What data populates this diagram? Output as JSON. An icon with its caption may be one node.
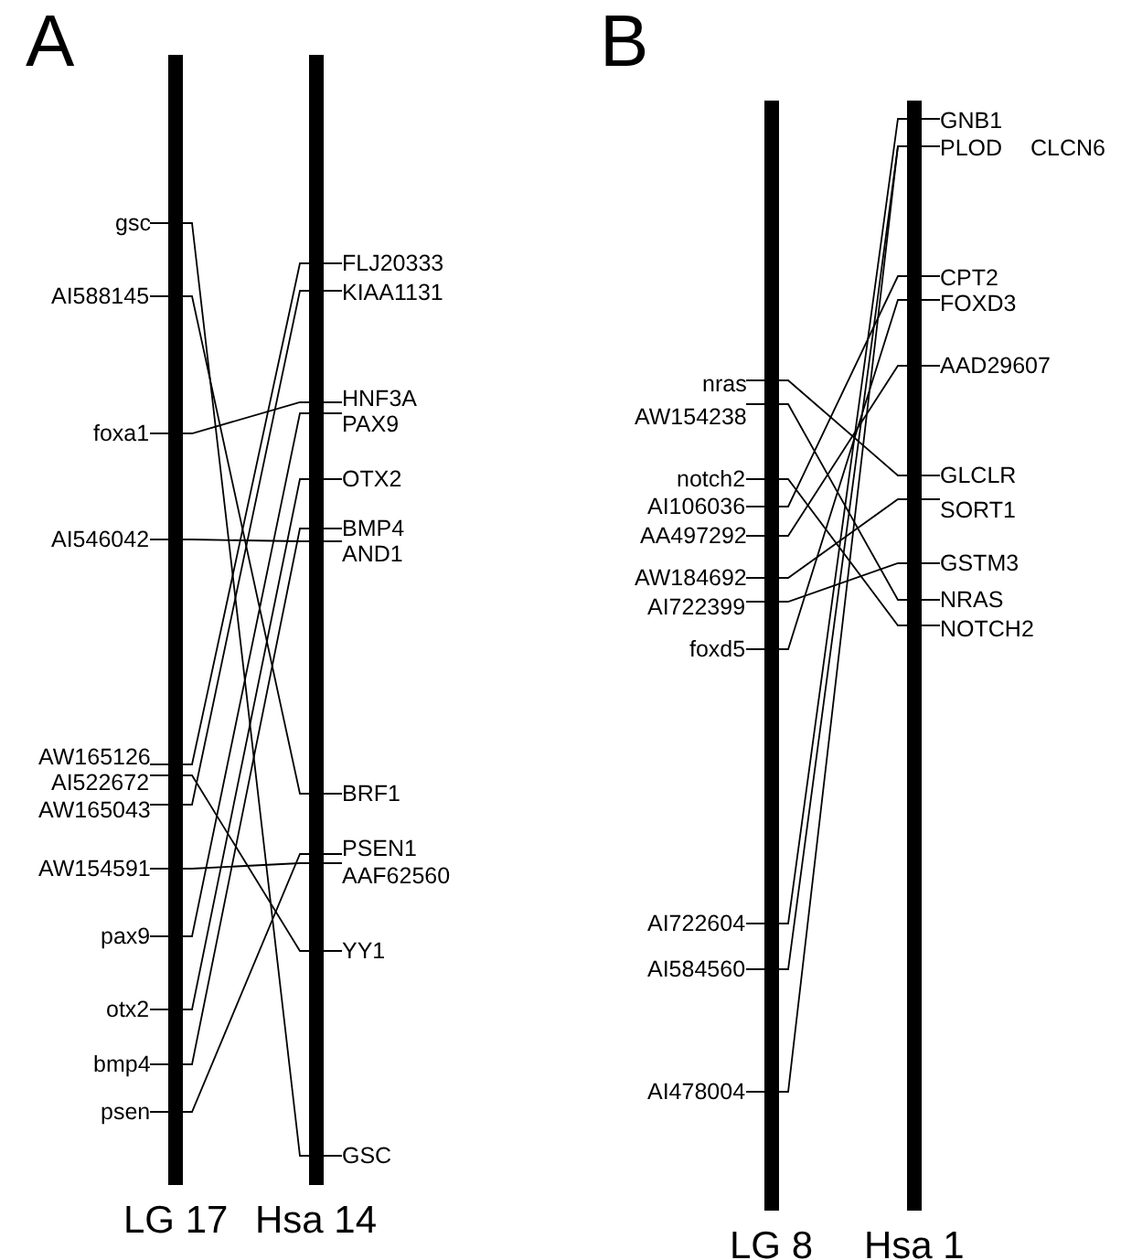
{
  "diagram": {
    "nodes": [
      {
        "text": [
          "LG 17"
        ]
      },
      {
        "text": [
          "Hsa 14"
        ]
      },
      {
        "text": [
          "gsc"
        ]
      },
      {
        "text": [
          "AI588145"
        ]
      },
      {
        "text": [
          "foxa1"
        ]
      },
      {
        "text": [
          "AI546042"
        ]
      },
      {
        "text": [
          "AW165126"
        ]
      },
      {
        "text": [
          "AI522672"
        ]
      },
      {
        "text": [
          "AW165043"
        ]
      },
      {
        "text": [
          "AW154591"
        ]
      },
      {
        "text": [
          "pax9"
        ]
      },
      {
        "text": [
          "otx2"
        ]
      },
      {
        "text": [
          "bmp4"
        ]
      },
      {
        "text": [
          "psen"
        ]
      },
      {
        "text": [
          "FLJ20333"
        ]
      },
      {
        "text": [
          "KIAA1131"
        ]
      },
      {
        "text": [
          "HNF3A"
        ]
      },
      {
        "text": [
          "PAX9"
        ]
      },
      {
        "text": [
          "OTX2"
        ]
      },
      {
        "text": [
          "BMP4"
        ]
      },
      {
        "text": [
          "AND1"
        ]
      },
      {
        "text": [
          "BRF1"
        ]
      },
      {
        "text": [
          "PSEN1"
        ]
      },
      {
        "text": [
          "AAF62560"
        ]
      },
      {
        "text": [
          "YY1"
        ]
      },
      {
        "text": [
          "GSC"
        ]
      },
      {
        "text": [
          "LG 8"
        ]
      },
      {
        "text": [
          "Hsa 1"
        ]
      },
      {
        "text": [
          "nras"
        ]
      },
      {
        "text": [
          "AW154238"
        ]
      },
      {
        "text": [
          "notch2"
        ]
      },
      {
        "text": [
          "AI106036"
        ]
      },
      {
        "text": [
          "AA497292"
        ]
      },
      {
        "text": [
          "AW184692"
        ]
      },
      {
        "text": [
          "AI722399"
        ]
      },
      {
        "text": [
          "foxd5"
        ]
      },
      {
        "text": [
          "AI722604"
        ]
      },
      {
        "text": [
          "AI584560"
        ]
      },
      {
        "text": [
          "AI478004"
        ]
      },
      {
        "text": [
          "GNB1"
        ]
      },
      {
        "text": [
          "PLOD CLCN6"
        ]
      },
      {
        "text": [
          "CPT2"
        ]
      },
      {
        "text": [
          "FOXD3"
        ]
      },
      {
        "text": [
          "AAD29607"
        ]
      },
      {
        "text": [
          "GLCLR"
        ]
      },
      {
        "text": [
          "SORT1"
        ]
      },
      {
        "text": [
          "GSTM3"
        ]
      },
      {
        "text": [
          "NRAS"
        ]
      },
      {
        "text": [
          "NOTCH2"
        ]
      }
    ],
    "edges": [
      {
        "from": 2,
        "to": 25,
        "arrow": "none"
      },
      {
        "from": 3,
        "to": 21,
        "arrow": "none"
      },
      {
        "from": 4,
        "to": 16,
        "arrow": "none"
      },
      {
        "from": 5,
        "to": 20,
        "arrow": "none"
      },
      {
        "from": 6,
        "to": 14,
        "arrow": "none"
      },
      {
        "from": 7,
        "to": 24,
        "arrow": "none"
      },
      {
        "from": 8,
        "to": 15,
        "arrow": "none"
      },
      {
        "from": 9,
        "to": 23,
        "arrow": "none"
      },
      {
        "from": 10,
        "to": 17,
        "arrow": "none"
      },
      {
        "from": 11,
        "to": 18,
        "arrow": "none"
      },
      {
        "from": 12,
        "to": 19,
        "arrow": "none"
      },
      {
        "from": 13,
        "to": 22,
        "arrow": "none"
      },
      {
        "from": 28,
        "to": 44,
        "arrow": "none"
      },
      {
        "from": 29,
        "to": 47,
        "arrow": "none"
      },
      {
        "from": 30,
        "to": 48,
        "arrow": "none"
      },
      {
        "from": 31,
        "to": 41,
        "arrow": "none"
      },
      {
        "from": 32,
        "to": 43,
        "arrow": "none"
      },
      {
        "from": 33,
        "to": 45,
        "arrow": "none"
      },
      {
        "from": 34,
        "to": 46,
        "arrow": "none"
      },
      {
        "from": 35,
        "to": 42,
        "arrow": "none"
      },
      {
        "from": 36,
        "to": 39,
        "arrow": "none"
      },
      {
        "from": 37,
        "to": 40,
        "arrow": "none"
      },
      {
        "from": 38,
        "to": 40,
        "arrow": "none"
      }
    ],
    "labels": [
      "A",
      "B"
    ]
  }
}
